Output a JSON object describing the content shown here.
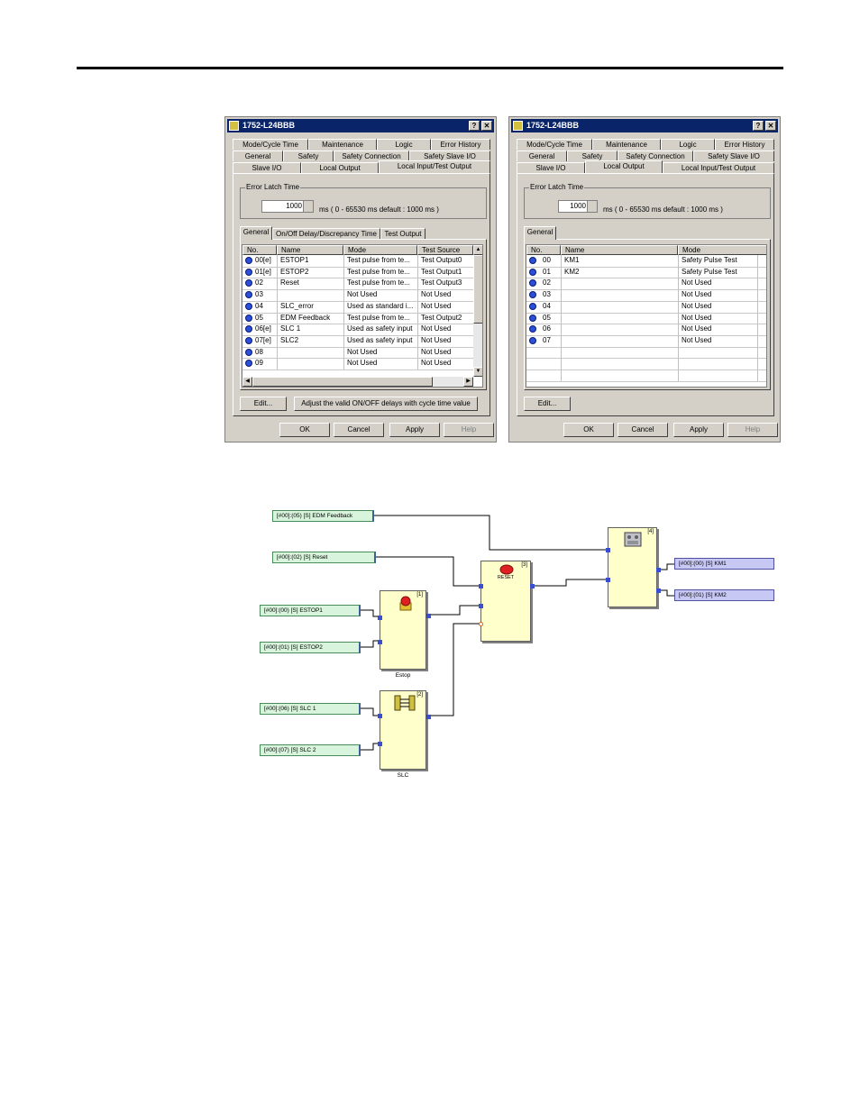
{
  "left_dialog": {
    "title": "1752-L24BBB",
    "help_symbol": "?",
    "close_symbol": "✕",
    "tabs_row1": [
      "Mode/Cycle Time",
      "Maintenance",
      "Logic",
      "Error History"
    ],
    "tabs_row2": [
      "General",
      "Safety",
      "Safety Connection",
      "Safety Slave I/O"
    ],
    "tabs_row3": [
      "Slave I/O",
      "Local Output",
      "Local Input/Test Output"
    ],
    "group_label": "Error Latch Time",
    "latch_value": "1000",
    "latch_units": "ms   ( 0 - 65530 ms   default : 1000 ms )",
    "subtabs": [
      "General",
      "On/Off Delay/Discrepancy Time",
      "Test Output"
    ],
    "columns": [
      "No.",
      "Name",
      "Mode",
      "Test Source"
    ],
    "rows": [
      {
        "no": "00[e]",
        "name": "ESTOP1",
        "mode": "Test pulse from te...",
        "src": "Test Output0"
      },
      {
        "no": "01[e]",
        "name": "ESTOP2",
        "mode": "Test pulse from te...",
        "src": "Test Output1"
      },
      {
        "no": "02",
        "name": "Reset",
        "mode": "Test pulse from te...",
        "src": "Test Output3"
      },
      {
        "no": "03",
        "name": "",
        "mode": "Not Used",
        "src": "Not Used"
      },
      {
        "no": "04",
        "name": "SLC_error",
        "mode": "Used as standard i...",
        "src": "Not Used"
      },
      {
        "no": "05",
        "name": "EDM Feedback",
        "mode": "Test pulse from te...",
        "src": "Test Output2"
      },
      {
        "no": "06[e]",
        "name": "SLC 1",
        "mode": "Used as safety input",
        "src": "Not Used"
      },
      {
        "no": "07[e]",
        "name": "SLC2",
        "mode": "Used as safety input",
        "src": "Not Used"
      },
      {
        "no": "08",
        "name": "",
        "mode": "Not Used",
        "src": "Not Used"
      },
      {
        "no": "09",
        "name": "",
        "mode": "Not Used",
        "src": "Not Used"
      }
    ],
    "edit_label": "Edit...",
    "adjust_label": "Adjust the valid ON/OFF delays with cycle time value",
    "ok_label": "OK",
    "cancel_label": "Cancel",
    "apply_label": "Apply",
    "help_label": "Help"
  },
  "right_dialog": {
    "title": "1752-L24BBB",
    "help_symbol": "?",
    "close_symbol": "✕",
    "tabs_row1": [
      "Mode/Cycle Time",
      "Maintenance",
      "Logic",
      "Error History"
    ],
    "tabs_row2": [
      "General",
      "Safety",
      "Safety Connection",
      "Safety Slave I/O"
    ],
    "tabs_row3": [
      "Slave I/O",
      "Local Output",
      "Local Input/Test Output"
    ],
    "group_label": "Error Latch Time",
    "latch_value": "1000",
    "latch_units": "ms   ( 0 - 65530 ms   default : 1000 ms )",
    "subtabs": [
      "General"
    ],
    "columns": [
      "No.",
      "Name",
      "Mode"
    ],
    "rows": [
      {
        "no": "00",
        "name": "KM1",
        "mode": "Safety Pulse Test"
      },
      {
        "no": "01",
        "name": "KM2",
        "mode": "Safety Pulse Test"
      },
      {
        "no": "02",
        "name": "",
        "mode": "Not Used"
      },
      {
        "no": "03",
        "name": "",
        "mode": "Not Used"
      },
      {
        "no": "04",
        "name": "",
        "mode": "Not Used"
      },
      {
        "no": "05",
        "name": "",
        "mode": "Not Used"
      },
      {
        "no": "06",
        "name": "",
        "mode": "Not Used"
      },
      {
        "no": "07",
        "name": "",
        "mode": "Not Used"
      }
    ],
    "edit_label": "Edit...",
    "ok_label": "OK",
    "cancel_label": "Cancel",
    "apply_label": "Apply",
    "help_label": "Help"
  },
  "diagram": {
    "tags": {
      "edm": "[#00]:(05) [S] EDM Feedback",
      "reset": "[#00]:(02) [S] Reset",
      "estop1": "[#00]:(00) [S] ESTOP1",
      "estop2": "[#00]:(01) [S] ESTOP2",
      "slc1": "[#00]:(06) [S] SLC 1",
      "slc2": "[#00]:(07) [S] SLC 2",
      "km1": "[#00]:(00) [S] KM1",
      "km2": "[#00]:(01) [S] KM2"
    },
    "blocks": {
      "estop_num": "[1]",
      "estop_name": "Estop",
      "slc_num": "[2]",
      "slc_name": "SLC",
      "reset_num": "[3]",
      "reset_icon_text": "RESET",
      "edm_num": "[4]"
    }
  }
}
